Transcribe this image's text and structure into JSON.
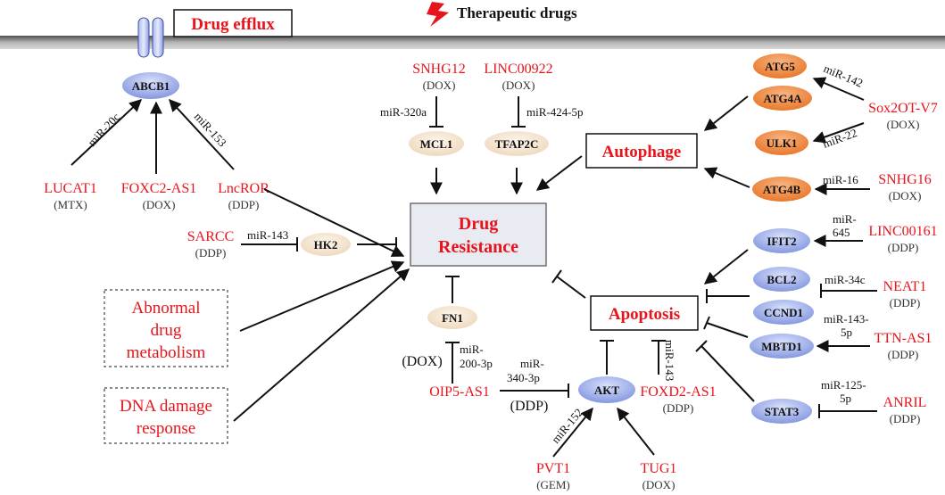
{
  "header": {
    "therapeutic_drugs": "Therapeutic drugs",
    "drug_efflux": "Drug efflux"
  },
  "center": {
    "line1": "Drug",
    "line2": "Resistance"
  },
  "boxes": {
    "autophage": "Autophage",
    "apoptosis": "Apoptosis",
    "abnormal": [
      "Abnormal",
      "drug",
      "metabolism"
    ],
    "dna": [
      "DNA damage",
      "response"
    ]
  },
  "nodes": {
    "abcb1": "ABCB1",
    "mcl1": "MCL1",
    "tfap2c": "TFAP2C",
    "hk2": "HK2",
    "fn1": "FN1",
    "akt": "AKT",
    "atg5": "ATG5",
    "atg4a": "ATG4A",
    "ulk1": "ULK1",
    "atg4b": "ATG4B",
    "ifit2": "IFIT2",
    "bcl2": "BCL2",
    "ccnd1": "CCND1",
    "mbtd1": "MBTD1",
    "stat3": "STAT3"
  },
  "lncrnas": {
    "lucat1": "LUCAT1",
    "lucat1_drug": "(MTX)",
    "foxc2": "FOXC2-AS1",
    "foxc2_drug": "(DOX)",
    "lncror": "LncROR",
    "lncror_drug": "(DDP)",
    "snhg12": "SNHG12",
    "snhg12_drug": "(DOX)",
    "linc00922": "LINC00922",
    "linc00922_drug": "(DOX)",
    "sarcc": "SARCC",
    "sarcc_drug": "(DDP)",
    "oip5": "OIP5-AS1",
    "oip5_drug": "(DOX)",
    "oip5_drug2": "(DDP)",
    "pvt1": "PVT1",
    "pvt1_drug": "(GEM)",
    "tug1": "TUG1",
    "tug1_drug": "(DOX)",
    "foxd2": "FOXD2-AS1",
    "foxd2_drug": "(DDP)",
    "sox2ot": "Sox2OT-V7",
    "sox2ot_drug": "(DOX)",
    "snhg16": "SNHG16",
    "snhg16_drug": "(DOX)",
    "linc00161": "LINC00161",
    "linc00161_drug": "(DDP)",
    "neat1": "NEAT1",
    "neat1_drug": "(DDP)",
    "ttnas1": "TTN-AS1",
    "ttnas1_drug": "(DDP)",
    "anril": "ANRIL",
    "anril_drug": "(DDP)"
  },
  "mirnas": {
    "mir20c": "miR-20c",
    "mir153": "miR-153",
    "mir320a": "miR-320a",
    "mir424": "miR-424-5p",
    "mir143_hk2": "miR-143",
    "mir200_1": "miR-",
    "mir200_2": "200-3p",
    "mir340_1": "miR-",
    "mir340_2": "340-3p",
    "mir152": "miR-152",
    "mir143_foxd2": "miR-143",
    "mir142": "miR-142",
    "mir22": "miR-22",
    "mir16": "miR-16",
    "mir645_1": "miR-",
    "mir645_2": "645",
    "mir34c": "miR-34c",
    "mir143_ttn_1": "miR-143-",
    "mir143_ttn_2": "5p",
    "mir125_1": "miR-125-",
    "mir125_2": "5p"
  },
  "colors": {
    "red": "#e8141b",
    "center_box": "#e8ebf2",
    "beige": "#f3e3cf",
    "blue": "#8fa2e8",
    "orange": "#ef8d43"
  }
}
